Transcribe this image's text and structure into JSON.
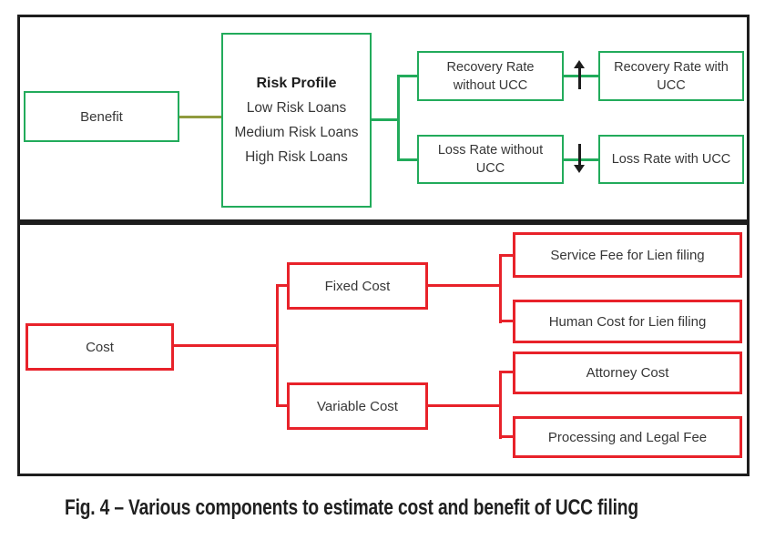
{
  "figure": {
    "caption": "Fig. 4 – Various components to estimate cost and benefit of UCC filing"
  },
  "colors": {
    "green": "#22ab5b",
    "olive": "#909b3e",
    "red": "#e8222a",
    "ink": "#1d1d1d",
    "label": "#373737"
  },
  "benefit_flow": {
    "benefit_label": "Benefit",
    "risk_profile": {
      "title": "Risk Profile",
      "items": [
        "Low Risk Loans",
        "Medium Risk Loans",
        "High Risk Loans"
      ]
    },
    "recovery_without_ucc": "Recovery Rate without UCC",
    "recovery_with_ucc": "Recovery Rate with UCC",
    "recovery_trend": "up",
    "loss_without_ucc": "Loss Rate without UCC",
    "loss_with_ucc": "Loss Rate with UCC",
    "loss_trend": "down"
  },
  "cost_flow": {
    "cost_label": "Cost",
    "fixed_cost_label": "Fixed Cost",
    "variable_cost_label": "Variable Cost",
    "fixed_components": [
      "Service Fee for Lien filing",
      "Human Cost for Lien filing"
    ],
    "variable_components": [
      "Attorney Cost",
      "Processing and Legal Fee"
    ]
  }
}
